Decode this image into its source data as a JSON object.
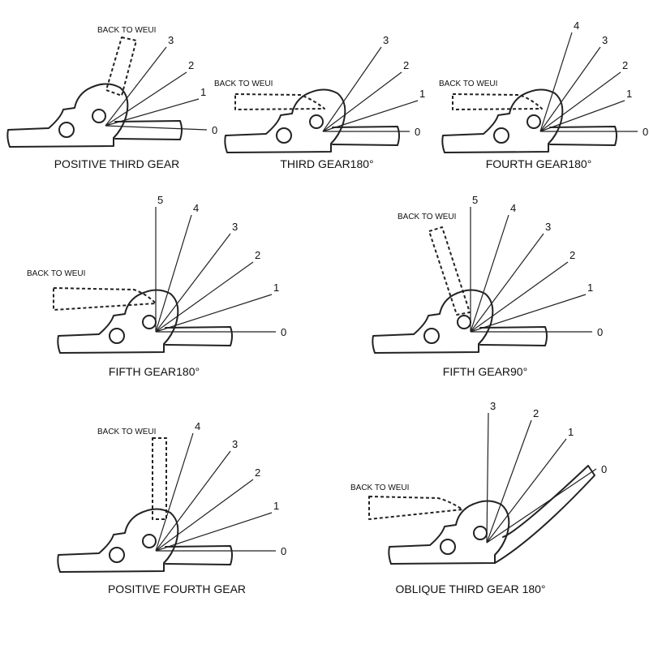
{
  "back_label": "BACK TO WEUI",
  "panels": [
    {
      "caption": "POSITIVE THIRD GEAR",
      "angle_labels": [
        "0",
        "1",
        "2",
        "3"
      ]
    },
    {
      "caption": "THIRD GEAR180°",
      "angle_labels": [
        "0",
        "1",
        "2",
        "3"
      ]
    },
    {
      "caption": "FOURTH GEAR180°",
      "angle_labels": [
        "0",
        "1",
        "2",
        "3",
        "4"
      ]
    },
    {
      "caption": "FIFTH GEAR180°",
      "angle_labels": [
        "0",
        "1",
        "2",
        "3",
        "4",
        "5"
      ]
    },
    {
      "caption": "FIFTH GEAR90°",
      "angle_labels": [
        "0",
        "1",
        "2",
        "3",
        "4",
        "5"
      ]
    },
    {
      "caption": "POSITIVE FOURTH GEAR",
      "angle_labels": [
        "0",
        "1",
        "2",
        "3",
        "4"
      ]
    },
    {
      "caption": "OBLIQUE THIRD GEAR 180°",
      "angle_labels": [
        "0",
        "1",
        "2",
        "3"
      ]
    }
  ]
}
